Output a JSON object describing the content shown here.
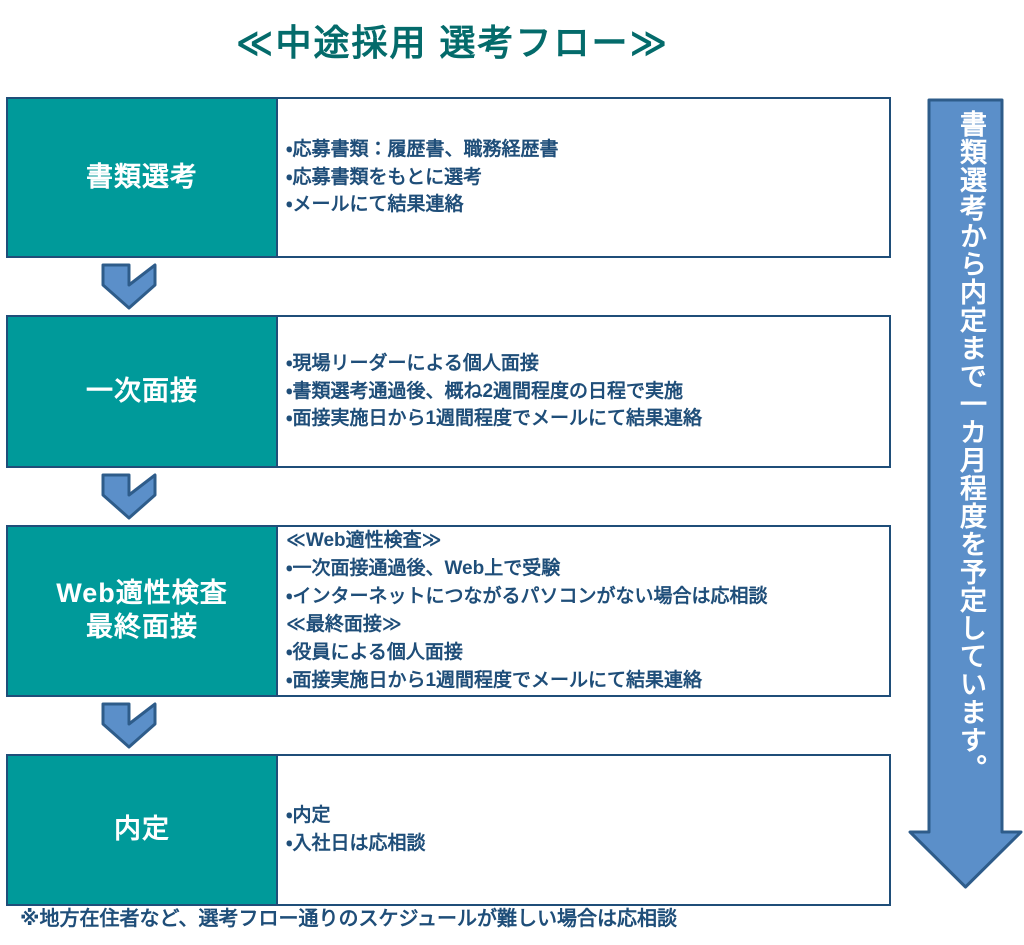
{
  "title": "≪中途採用 選考フロー≫",
  "colors": {
    "teal": "#009A9A",
    "title_teal": "#046B6B",
    "navy": "#1F4E79",
    "arrow_blue": "#5B8FC9",
    "arrow_outline": "#2E5C8A",
    "white": "#FFFFFF"
  },
  "steps": [
    {
      "label_line1": "書類選考",
      "label_line2": "",
      "details": [
        "・応募書類：履歴書、職務経歴書",
        "・応募書類をもとに選考",
        "・メールにて結果連絡"
      ]
    },
    {
      "label_line1": "一次面接",
      "label_line2": "",
      "details": [
        "・現場リーダーによる個人面接",
        "・書類選考通過後、概ね2週間程度の日程で実施",
        "・面接実施日から1週間程度でメールにて結果連絡"
      ]
    },
    {
      "label_line1": "Web適性検査",
      "label_line2": "最終面接",
      "details": [
        "≪Web適性検査≫",
        "・一次面接通過後、Web上で受験",
        "・インターネットにつながるパソコンがない場合は応相談",
        "≪最終面接≫",
        "・役員による個人面接",
        "・面接実施日から1週間程度でメールにて結果連絡"
      ]
    },
    {
      "label_line1": "内定",
      "label_line2": "",
      "details": [
        "・内定",
        "・入社日は応相談"
      ]
    }
  ],
  "connectors": [
    {
      "icon": "chevron-down-icon"
    },
    {
      "icon": "chevron-down-icon"
    },
    {
      "icon": "chevron-down-icon"
    }
  ],
  "duration_arrow": {
    "icon": "down-arrow-icon",
    "text": "書類選考から内定まで一カ月程度を予定しています。"
  },
  "footnote": "※地方在住者など、選考フロー通りのスケジュールが難しい場合は応相談"
}
